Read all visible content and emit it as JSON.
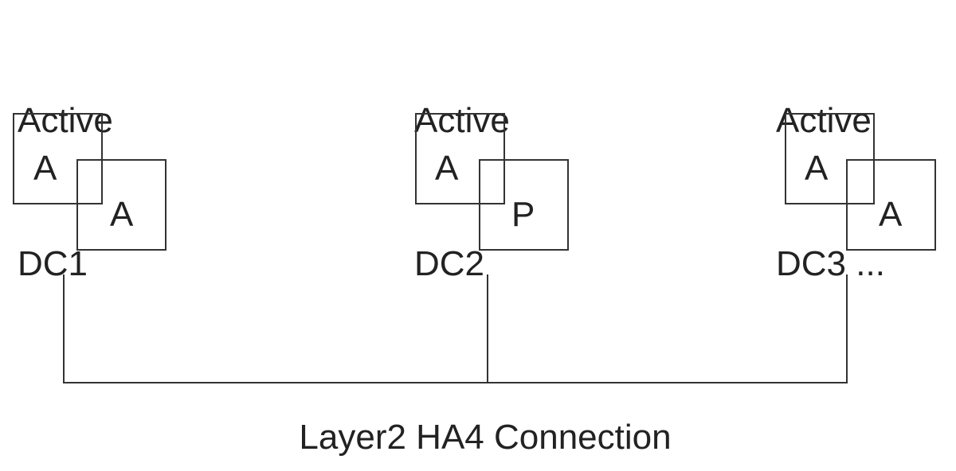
{
  "diagram": {
    "datacenters": [
      {
        "status": "Active",
        "name": "DC1",
        "node_primary": "A",
        "node_secondary": "A"
      },
      {
        "status": "Active",
        "name": "DC2",
        "node_primary": "A",
        "node_secondary": "P"
      },
      {
        "status": "Active",
        "name": "DC3 ...",
        "node_primary": "A",
        "node_secondary": "A"
      }
    ],
    "connection_label": "Layer2 HA4 Connection"
  },
  "colors": {
    "line": "#333333",
    "text": "#222222",
    "background": "#ffffff"
  }
}
